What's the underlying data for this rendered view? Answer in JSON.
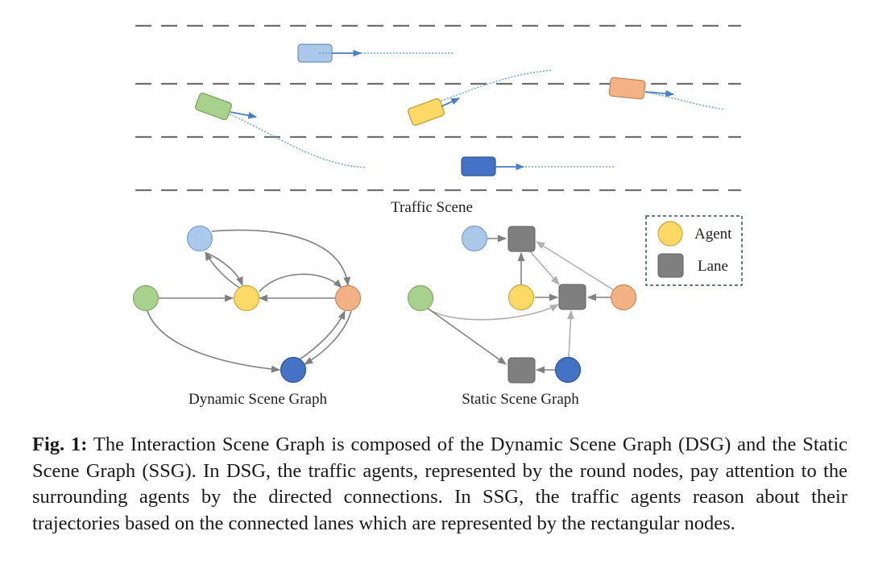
{
  "labels": {
    "traffic_scene": "Traffic Scene",
    "dynamic_graph": "Dynamic Scene Graph",
    "static_graph": "Static Scene Graph"
  },
  "legend": {
    "agent": "Agent",
    "lane": "Lane"
  },
  "caption": {
    "prefix": "Fig. 1:",
    "text": "The Interaction Scene Graph is composed of the Dynamic Scene Graph (DSG) and the Static Scene Graph (SSG). In DSG, the traffic agents, represented by the round nodes, pay attention to the surrounding agents by the directed connections. In SSG, the traffic agents reason about their trajectories based on the connected lanes which are represented by the rectangular nodes."
  },
  "colors": {
    "light_blue_agent": "#a9c8ea",
    "green_agent": "#a9d18e",
    "yellow_agent": "#ffd966",
    "orange_agent": "#f4b183",
    "dark_blue_agent": "#4472c4",
    "lane": "#7f7f7f",
    "edge": "#808080",
    "trajectory": "#5b9bd5"
  }
}
